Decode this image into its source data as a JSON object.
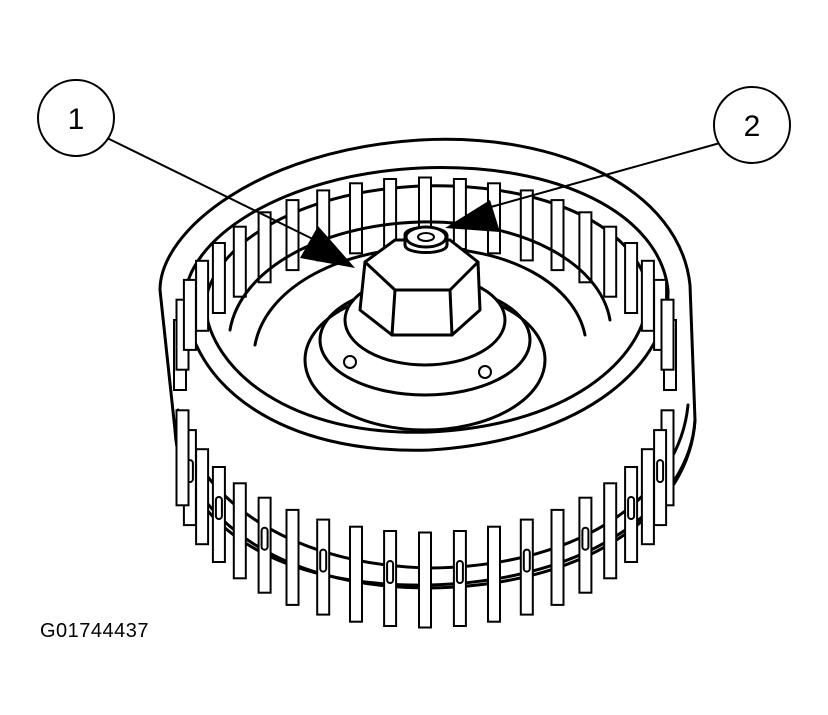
{
  "callouts": [
    {
      "label": "1"
    },
    {
      "label": "2"
    }
  ],
  "caption": "G01744437",
  "colors": {
    "ink": "#000000",
    "paper": "#ffffff"
  }
}
